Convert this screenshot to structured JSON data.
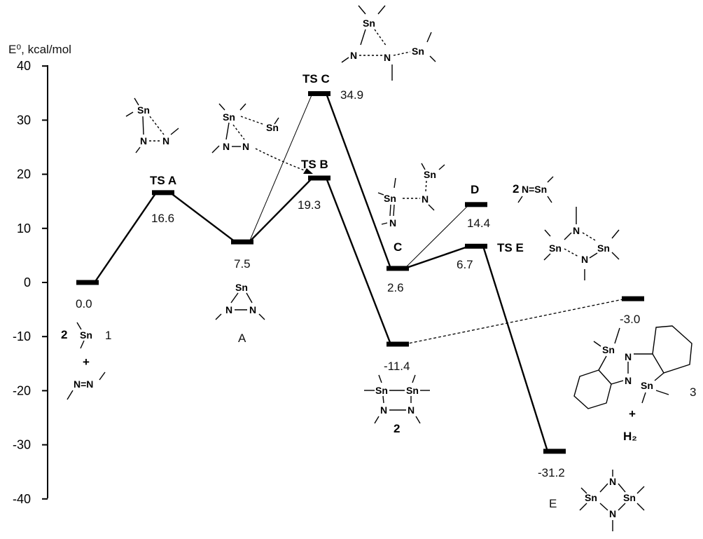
{
  "chart_data": {
    "type": "energy-profile",
    "ylabel": "E⁰, kcal/mol",
    "ylim": [
      -40,
      40
    ],
    "yticks": [
      "40",
      "30",
      "20",
      "10",
      "0",
      "-10",
      "-20",
      "-30",
      "-40"
    ],
    "ytick_values": [
      40,
      30,
      20,
      10,
      0,
      -10,
      -20,
      -30,
      -40
    ],
    "levels": [
      {
        "id": "start",
        "label": "",
        "value": 0.0,
        "value_text": "0.0",
        "column": 0
      },
      {
        "id": "TSA",
        "label": "TS A",
        "value": 16.6,
        "value_text": "16.6",
        "column": 1
      },
      {
        "id": "A",
        "label": "A",
        "value": 7.5,
        "value_text": "7.5",
        "column": 2
      },
      {
        "id": "TSB",
        "label": "TS B",
        "value": 19.3,
        "value_text": "19.3",
        "column": 3
      },
      {
        "id": "TSC",
        "label": "TS C",
        "value": 34.9,
        "value_text": "34.9",
        "column": 3
      },
      {
        "id": "C",
        "label": "C",
        "value": 2.6,
        "value_text": "2.6",
        "column": 4
      },
      {
        "id": "P2",
        "label": "2",
        "value": -11.4,
        "value_text": "-11.4",
        "column": 4
      },
      {
        "id": "D",
        "label": "D",
        "value": 14.4,
        "value_text": "14.4",
        "column": 5
      },
      {
        "id": "TSE",
        "label": "TS E",
        "value": 6.7,
        "value_text": "6.7",
        "column": 5
      },
      {
        "id": "E",
        "label": "E",
        "value": -31.2,
        "value_text": "-31.2",
        "column": 6
      },
      {
        "id": "P3",
        "label": "3",
        "value": -3.0,
        "value_text": "-3.0",
        "column": 7
      }
    ],
    "connections": [
      {
        "from": "start",
        "to": "TSA",
        "style": "thick"
      },
      {
        "from": "TSA",
        "to": "A",
        "style": "thick"
      },
      {
        "from": "A",
        "to": "TSB",
        "style": "thick"
      },
      {
        "from": "TSB",
        "to": "P2",
        "style": "thick"
      },
      {
        "from": "A",
        "to": "TSC",
        "style": "thin"
      },
      {
        "from": "TSC",
        "to": "C",
        "style": "thick"
      },
      {
        "from": "C",
        "to": "D",
        "style": "thin"
      },
      {
        "from": "C",
        "to": "TSE",
        "style": "thick"
      },
      {
        "from": "TSE",
        "to": "E",
        "style": "thick"
      },
      {
        "from": "P2",
        "to": "P3",
        "style": "dashed"
      }
    ]
  },
  "atoms": {
    "Sn": "Sn",
    "N": "N",
    "NN": "N=N",
    "NSn": "N=Sn"
  },
  "annotations": {
    "reactant_coef": "2",
    "reactant_num": "1",
    "plus": "+",
    "d_coef": "2",
    "h2": "H₂"
  }
}
